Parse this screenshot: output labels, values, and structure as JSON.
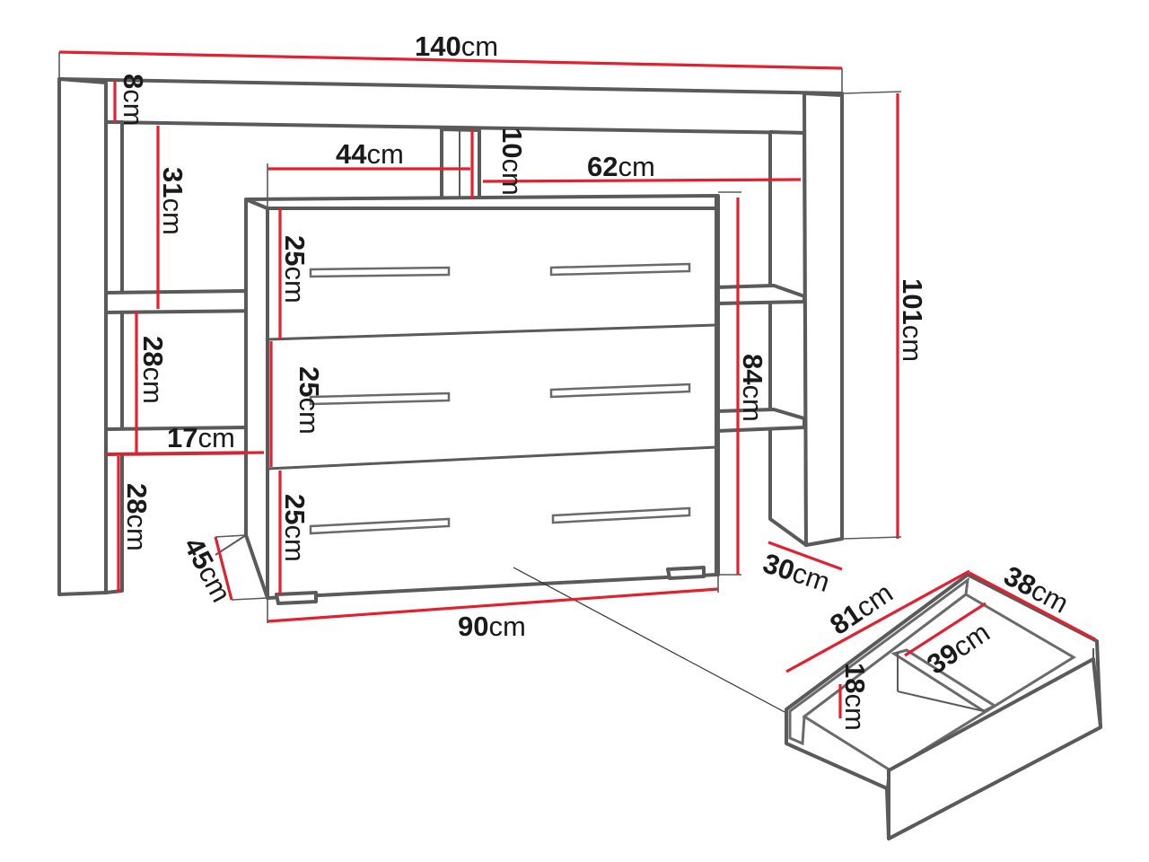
{
  "colors": {
    "dimension_line": "#e3202f",
    "outline": "#5a5a5a",
    "label_text": "#1a1a1a",
    "background": "#ffffff"
  },
  "unit": "cm",
  "dimensions": {
    "total_width": "140",
    "top_board_height": "8",
    "upper_shelf_gap_left": "31",
    "middle_shelf_gap_left": "28",
    "shelf_depth": "17",
    "lower_gap_left": "28",
    "chest_top_gap_width": "44",
    "divider_height": "10",
    "right_opening_width": "62",
    "drawer_1_height": "25",
    "drawer_2_height": "25",
    "drawer_3_height": "25",
    "chest_height": "84",
    "total_height": "101",
    "chest_depth": "45",
    "chest_width": "90",
    "side_depth": "30",
    "drawer_length": "81",
    "drawer_width": "38",
    "drawer_inner_width": "39",
    "drawer_inner_height": "18"
  }
}
